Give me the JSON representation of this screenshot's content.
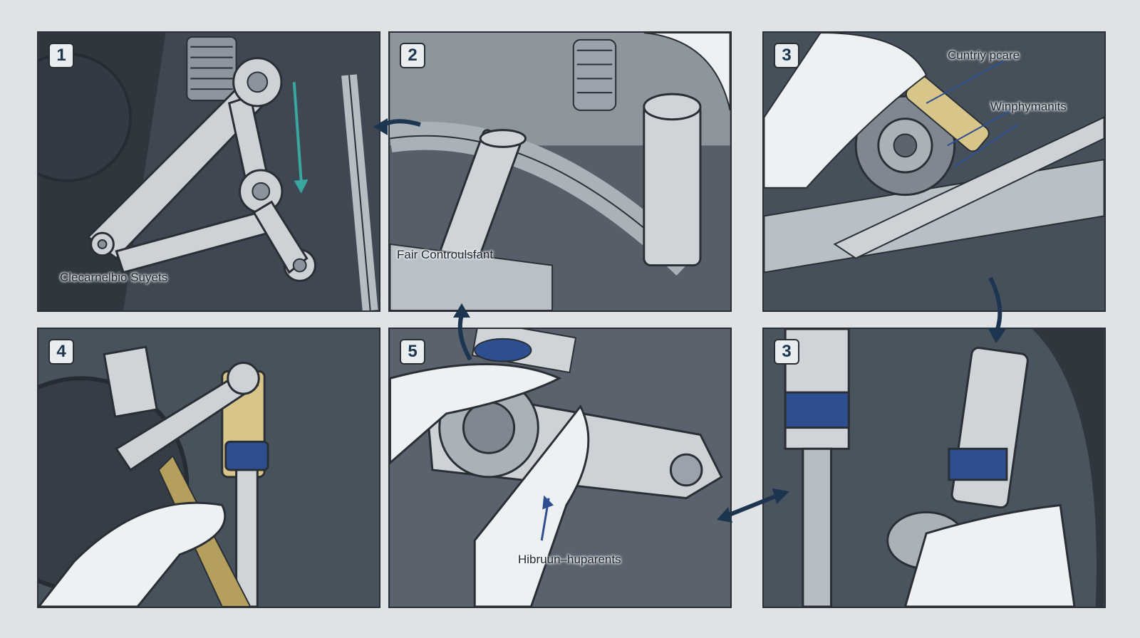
{
  "colors": {
    "background": "#dfe3e6",
    "panel_dark": "#4d5660",
    "metal": "#c9ced3",
    "accent_blue": "#2e4f8f",
    "accent_teal": "#3aa6a0",
    "brass": "#d8c58a",
    "glove": "#eef1f3"
  },
  "panels": [
    {
      "number": "1",
      "label": "Clecarnelbio Suyets",
      "arrow_icon": "teal-arrow-icon"
    },
    {
      "number": "2",
      "label": "Fair Controulsfant"
    },
    {
      "number": "3",
      "labels": [
        "Cuntriy pcare",
        "Winphymanits"
      ]
    },
    {
      "number": "4"
    },
    {
      "number": "5",
      "label": "Hibruun–huparents"
    },
    {
      "number": "3"
    }
  ]
}
